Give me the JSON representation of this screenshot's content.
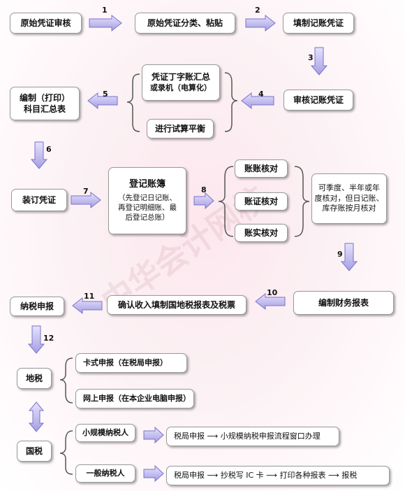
{
  "steps": {
    "s1": "1",
    "s2": "2",
    "s3": "3",
    "s4": "4",
    "s5": "5",
    "s6": "6",
    "s7": "7",
    "s8": "8",
    "s9": "9",
    "s10": "10",
    "s11": "11",
    "s12": "12"
  },
  "boxes": {
    "original_review": "原始凭证审核",
    "sort_paste": "原始凭证分类、粘贴",
    "fill_voucher": "填制记账凭证",
    "review_voucher": "审核记账凭证",
    "t_account_line1": "凭证丁字账汇总",
    "t_account_line2": "或录机（电算化）",
    "trial_balance": "进行试算平衡",
    "compile_summary_line1": "编制（打印）",
    "compile_summary_line2": "科目汇总表",
    "bind_vouchers": "装订凭证",
    "register_title": "登记账簿",
    "register_line1": "（先登记日记账、",
    "register_line2": "再登记明细账、最",
    "register_line3": "后登记总账）",
    "check_books": "账账核对",
    "check_vouchers": "账证核对",
    "check_assets": "账实核对",
    "note_line1": "可季度、半年或年",
    "note_line2": "度核对，但日记账、",
    "note_line3": "库存账按月核对",
    "compile_reports": "编制财务报表",
    "confirm_income": "确认收入填制国地税报表及税票",
    "tax_filing": "纳税申报",
    "local_tax": "地税",
    "card_filing": "卡式申报（在税局申报）",
    "online_filing": "网上申报（在本企业电脑申报）",
    "national_tax": "国税",
    "small_taxpayer": "小规模纳税人",
    "small_flow": "税局申报 ⟶ 小规模纳税申报流程窗口办理",
    "general_taxpayer": "一般纳税人",
    "general_flow": "税局申报 ⟶ 抄税写 IC 卡 ⟶ 打印各种报表 ⟶ 报税"
  },
  "watermark": "中华会计网校",
  "colors": {
    "arrow_fill": "#c7c2f0",
    "arrow_stroke": "#7a73c9",
    "brace": "#555555"
  }
}
